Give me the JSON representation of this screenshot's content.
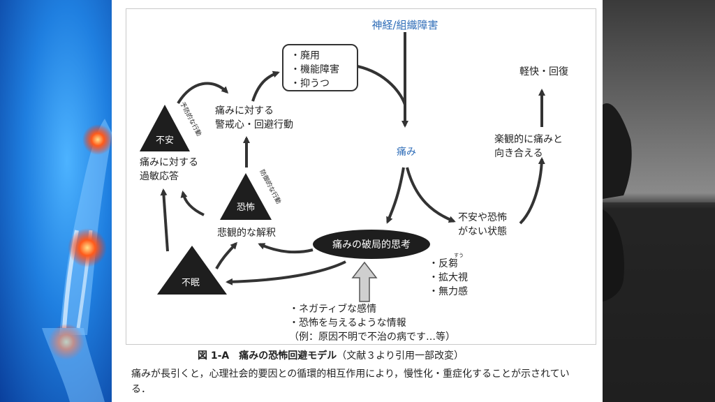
{
  "diagram": {
    "top_source": "神経/組織障害",
    "box_items": [
      "・廃用",
      "・機能障害",
      "・抑うつ"
    ],
    "alert_lines": [
      "痛みに対する",
      "警戒心・回避行動"
    ],
    "pain": "痛み",
    "recovery": "軽快・回復",
    "optimistic_lines": [
      "楽観的に痛みと",
      "向き合える"
    ],
    "no_fear_lines": [
      "不安や恐怖",
      "がない状態"
    ],
    "anxiety": "不安",
    "anxiety_side": "予防的な行動",
    "hyper_lines": [
      "痛みに対する",
      "過敏応答"
    ],
    "fear": "恐怖",
    "fear_side": "防御的な行動",
    "pessimistic": "悲観的な解釈",
    "insomnia": "不眠",
    "catastrophizing": "痛みの破局的思考",
    "ruby": "すう",
    "cat_items": [
      "・反芻",
      "・拡大視",
      "・無力感"
    ],
    "input_lines": [
      "・ネガティブな感情",
      "・恐怖を与えるような情報",
      "（例：原因不明で不治の病です…等）"
    ]
  },
  "caption": {
    "title_bold": "図 1-A　痛みの恐怖回避モデル",
    "title_rest": "（文献３より引用一部改変）",
    "body": "痛みが長引くと，心理社会的要因との循環的相互作用により，慢性化・重症化することが示されている．"
  },
  "colors": {
    "blue_text": "#2f6db8",
    "dark": "#1e1e1e"
  }
}
